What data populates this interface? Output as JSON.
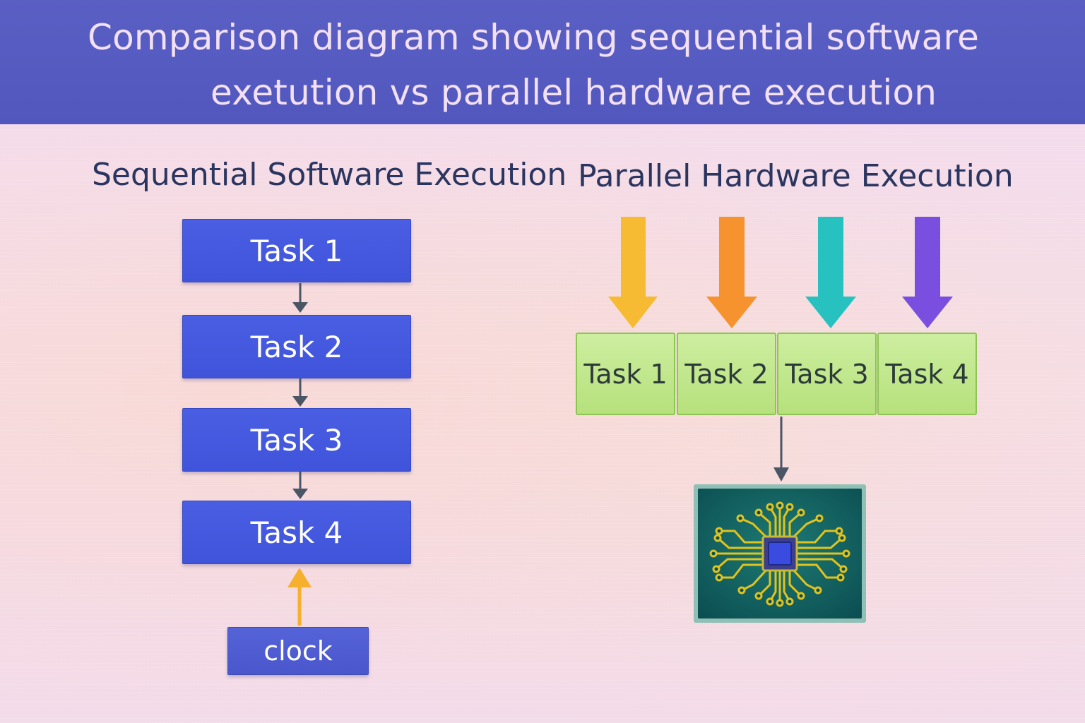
{
  "header": {
    "line1": "Comparison diagram showing sequential software",
    "line2": "exetution vs parallel hardware execution"
  },
  "sequential": {
    "title": "Sequential Software Execution",
    "tasks": [
      "Task 1",
      "Task 2",
      "Task 3",
      "Task 4"
    ],
    "clock_label": "clock"
  },
  "parallel": {
    "title": "Parallel Hardware Execution",
    "tasks": [
      "Task 1",
      "Task 2",
      "Task 3",
      "Task 4"
    ],
    "arrow_colors": [
      "#f7bb33",
      "#f7932e",
      "#27c2c0",
      "#7a4fe0"
    ],
    "chip_icon": "microchip-icon"
  },
  "colors": {
    "header_bg": "#5157bd",
    "header_text": "#f3e0f4",
    "title_text": "#2a3560",
    "seq_task_fill": "#4459df",
    "par_task_fill": "#c3e894",
    "connector": "#4a5566",
    "clock_arrow": "#f5b02e",
    "chip_board": "#0f5c5a",
    "chip_trace": "#e0c31e"
  }
}
